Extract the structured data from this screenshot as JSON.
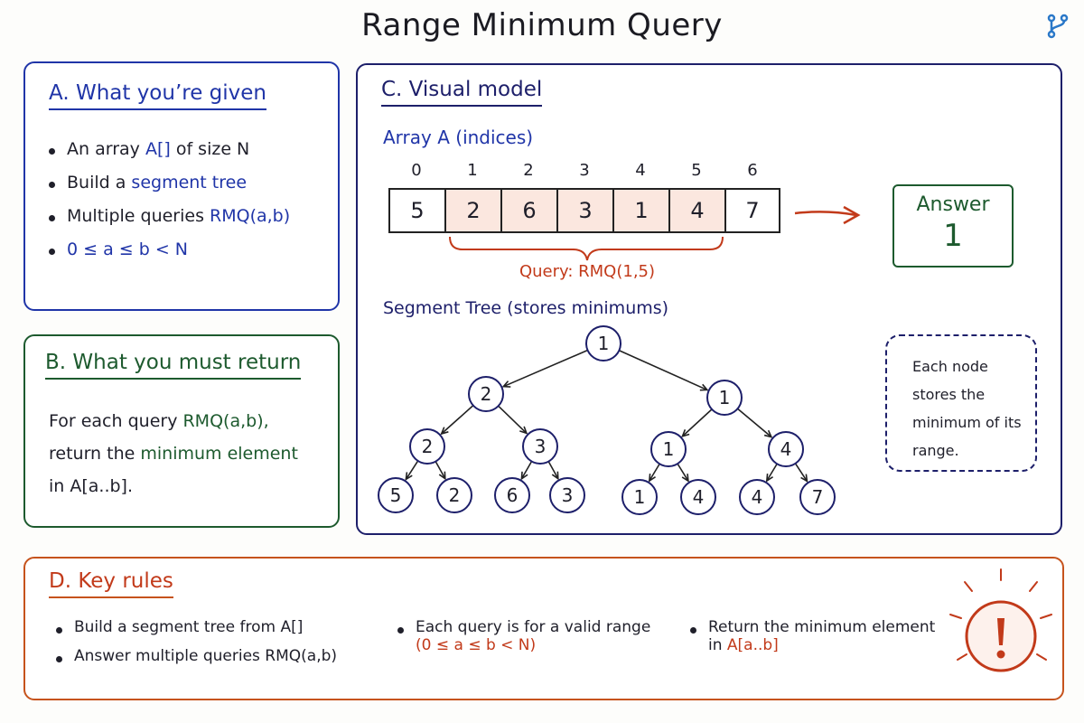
{
  "title": "Range Minimum Query",
  "brand_icon": "branch-icon",
  "colors": {
    "blue": "#2035a8",
    "green": "#1d5a2e",
    "navy": "#1d1f6a",
    "red": "#c23a1a",
    "orange": "#c6531c"
  },
  "panel_a": {
    "heading": "A. What you’re given",
    "b1_pre": "An array ",
    "b1_code": "A[]",
    "b1_post": " of size N",
    "b2_pre": "Build a ",
    "b2_code": "segment tree",
    "b3_pre": "Multiple queries ",
    "b3_code": "RMQ(a,b)",
    "b4": "0 ≤ a ≤ b < N"
  },
  "panel_b": {
    "heading": "B. What you must return",
    "line1_pre": "For each query ",
    "line1_code": "RMQ(a,b),",
    "line2_pre": "return the ",
    "line2_hl": "minimum element",
    "line3": "in A[a..b]."
  },
  "panel_c": {
    "heading": "C. Visual model",
    "array_label": "Array A (indices)",
    "indices": [
      "0",
      "1",
      "2",
      "3",
      "4",
      "5",
      "6"
    ],
    "values": [
      "5",
      "2",
      "6",
      "3",
      "1",
      "4",
      "7"
    ],
    "query_range": [
      1,
      5
    ],
    "query_label": "Query: RMQ(1,5)",
    "answer_label": "Answer",
    "answer_value": "1",
    "tree_label": "Segment Tree (stores minimums)",
    "tree_nodes": [
      "1",
      "2",
      "1",
      "2",
      "3",
      "1",
      "4",
      "5",
      "2",
      "6",
      "3",
      "1",
      "4",
      "4",
      "7"
    ],
    "note": [
      "Each node",
      "stores the",
      "minimum of its",
      "range."
    ]
  },
  "panel_d": {
    "heading": "D. Key rules",
    "col1": [
      "Build a segment tree from A[]",
      "Answer multiple queries RMQ(a,b)"
    ],
    "col2_line1": "Each query is for a valid range",
    "col2_line2": "(0 ≤ a ≤ b < N)",
    "col3_line1": "Return the minimum element",
    "col3_line2_pre": "in ",
    "col3_line2_code": "A[a..b]",
    "warning_icon": "exclamation-icon"
  }
}
